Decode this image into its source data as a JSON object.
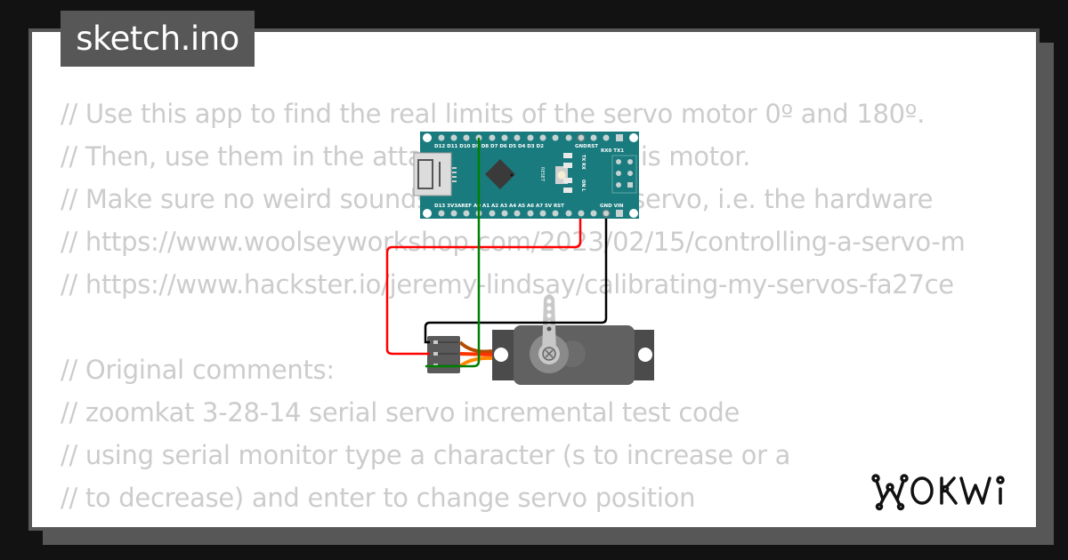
{
  "file_tab": {
    "title": "sketch.ino"
  },
  "code": {
    "lines": [
      "// Use this app to find the real limits of the servo motor 0º and 180º.",
      "// Then, use them in the attach function for this motor.",
      "// Make sure no weird sounds come from the servo, i.e. the hardware",
      "// https://www.woolseyworkshop.com/2023/02/15/controlling-a-servo-m",
      "// https://www.hackster.io/jeremy-lindsay/calibrating-my-servos-fa27ce",
      "",
      "// Original comments:",
      "// zoomkat 3-28-14 serial servo incremental test code",
      "// using serial monitor type a character (s to increase or a",
      "// to decrease) and enter to change servo position",
      "// "
    ]
  },
  "diagram": {
    "board": {
      "name": "Arduino Nano",
      "top_pins": [
        "D12",
        "D11",
        "D10",
        "D9",
        "D8",
        "D7",
        "D6",
        "D5",
        "D4",
        "D3",
        "D2",
        "GND",
        "RST",
        "RX0",
        "TX1"
      ],
      "bottom_pins": [
        "D13",
        "3V3",
        "AREF",
        "A0",
        "A1",
        "A2",
        "A3",
        "A4",
        "A5",
        "A6",
        "A7",
        "5V",
        "RST",
        "GND",
        "VIN"
      ],
      "labels": {
        "reset": "RESET",
        "tx": "TX",
        "rx": "RX",
        "on": "ON",
        "l": "L",
        "rx0tx1": "RX0 TX1"
      },
      "color": "#1a7b7e"
    },
    "servo": {
      "name": "Servo motor",
      "body_color": "#5f5f5f",
      "horn_color": "#c8c8c8"
    },
    "wires": [
      {
        "from": "5V",
        "to": "servo-V+",
        "color": "#ff0000"
      },
      {
        "from": "GND",
        "to": "servo-GND",
        "color": "#000000"
      },
      {
        "from": "D9",
        "to": "servo-PWM",
        "color": "#008000"
      }
    ]
  },
  "brand": {
    "logo_text": "WOKWi"
  }
}
